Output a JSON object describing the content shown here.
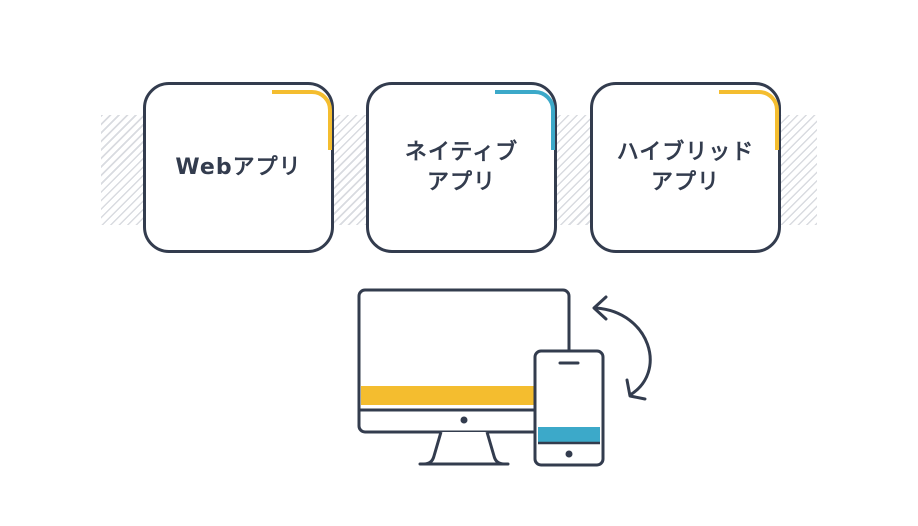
{
  "cards": [
    {
      "label": "Webアプリ",
      "accent_color": "#f4bd2f"
    },
    {
      "label": "ネイティブ\nアプリ",
      "accent_color": "#3ca9c9"
    },
    {
      "label": "ハイブリッド\nアプリ",
      "accent_color": "#f4bd2f"
    }
  ],
  "colors": {
    "outline": "#333c4e",
    "yellow": "#f4bd2f",
    "blue": "#3ca9c9",
    "hatch": "#d9dbe0"
  },
  "illustration": {
    "icons": [
      "desktop-monitor-icon",
      "smartphone-icon",
      "sync-arrow-icon"
    ]
  }
}
